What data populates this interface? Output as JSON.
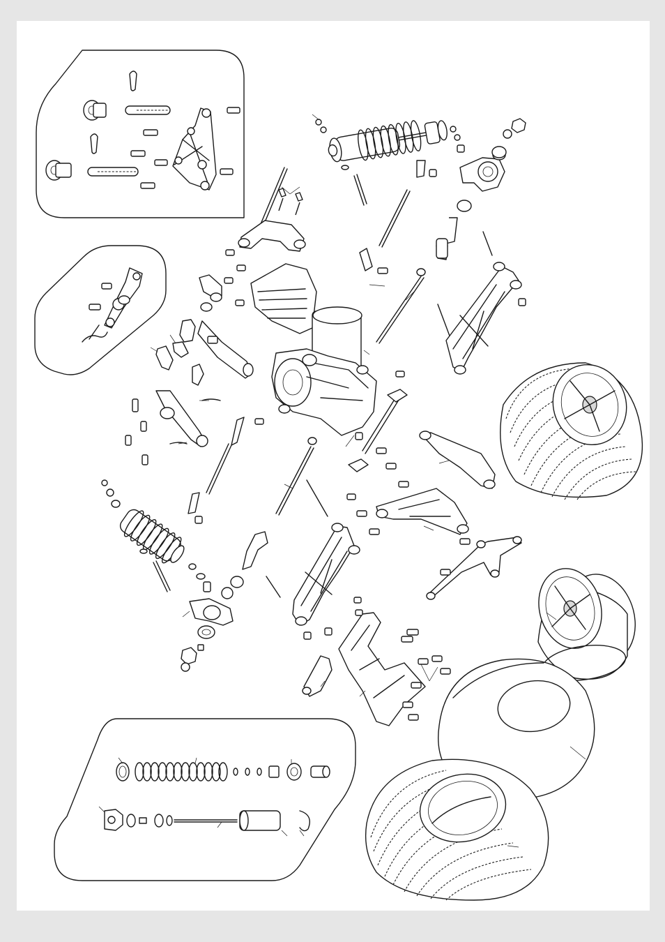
{
  "diagram": {
    "type": "exploded-parts-drawing",
    "text_labels": []
  },
  "groups": [
    "inset-front-shock-tower",
    "inset-steering-bellcrank",
    "inset-shock-rebuild",
    "rear-shock-right",
    "front-shock-left",
    "main-gearbox",
    "rear-wheel-right",
    "rear-wheel-bottom",
    "rim-exploded",
    "foam-insert",
    "suspension-arms"
  ],
  "colors": {
    "background": "#e6e6e6",
    "sheet": "#ffffff",
    "line": "#1a1a1a"
  }
}
